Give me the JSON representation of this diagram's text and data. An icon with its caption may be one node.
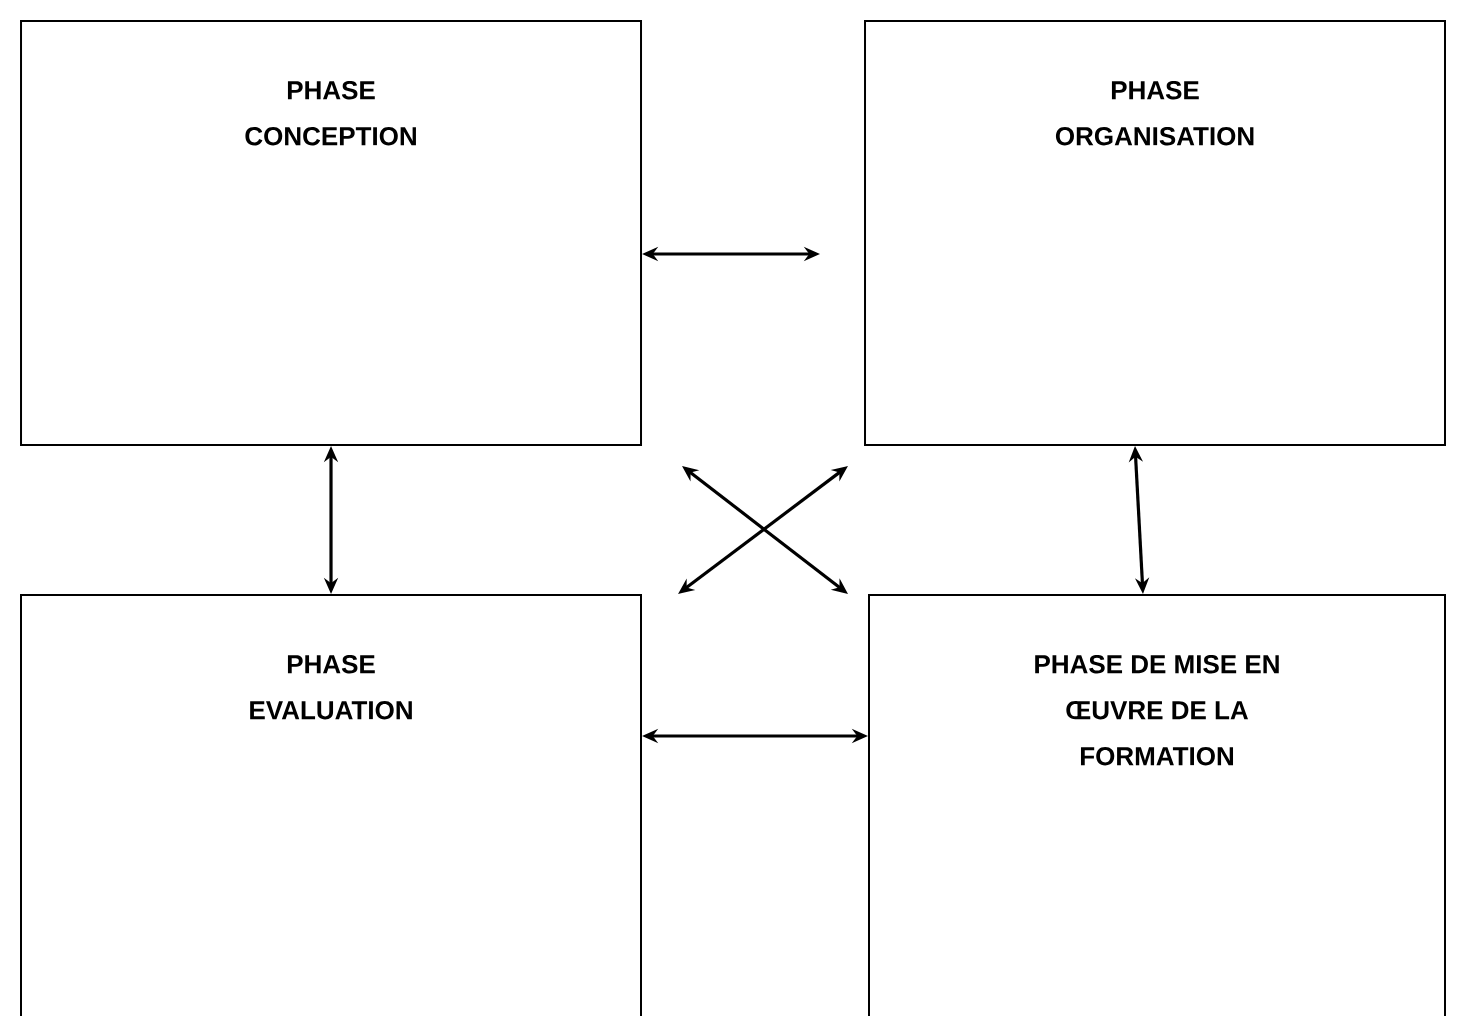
{
  "diagram": {
    "nodes": [
      {
        "text": [
          "PHASE CONCEPTION"
        ]
      },
      {
        "text": [
          "PHASE ORGANISATION"
        ]
      },
      {
        "text": [
          "PHASE EVALUATION"
        ]
      },
      {
        "text": [
          "PHASE DE MISE EN ŒUVRE DE LA FORMATION"
        ]
      }
    ],
    "edges": [
      {
        "from": 0,
        "to": 1,
        "arrow": "both"
      },
      {
        "from": 0,
        "to": 2,
        "arrow": "both"
      },
      {
        "from": 1,
        "to": 3,
        "arrow": "both"
      },
      {
        "from": 2,
        "to": 3,
        "arrow": "both"
      },
      {
        "from": 0,
        "to": 3,
        "arrow": "both"
      },
      {
        "from": 1,
        "to": 2,
        "arrow": "both"
      }
    ]
  }
}
